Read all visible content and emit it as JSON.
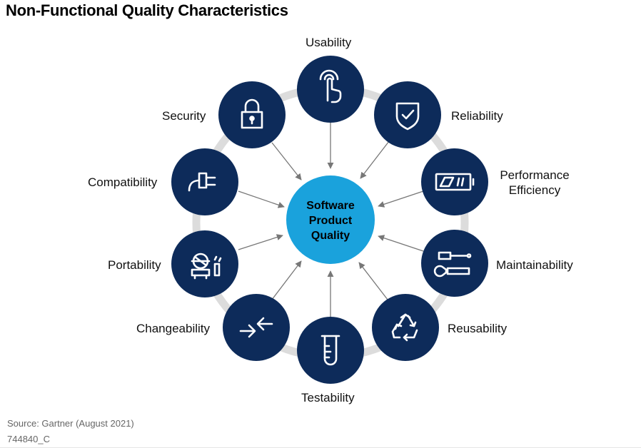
{
  "title": "Non-Functional Quality Characteristics",
  "center": {
    "lines": [
      "Software",
      "Product",
      "Quality"
    ]
  },
  "characteristics": [
    {
      "label": "Usability",
      "icon": "touch-icon"
    },
    {
      "label": "Reliability",
      "icon": "shield-check-icon"
    },
    {
      "label_lines": [
        "Performance",
        "Efficiency"
      ],
      "icon": "battery-icon"
    },
    {
      "label": "Maintainability",
      "icon": "tools-icon"
    },
    {
      "label": "Reusability",
      "icon": "recycle-icon"
    },
    {
      "label": "Testability",
      "icon": "test-tube-icon"
    },
    {
      "label": "Changeability",
      "icon": "arrows-converge-icon"
    },
    {
      "label": "Portability",
      "icon": "portable-machine-icon"
    },
    {
      "label": "Compatibility",
      "icon": "plug-icon"
    },
    {
      "label": "Security",
      "icon": "lock-icon"
    }
  ],
  "footer": {
    "source": "Source: Gartner (August 2021)",
    "id": "744840_C"
  },
  "colors": {
    "node": "#0d2b5a",
    "center": "#1aa2dc",
    "ring": "#dcdcdc",
    "arrow": "#777777"
  }
}
